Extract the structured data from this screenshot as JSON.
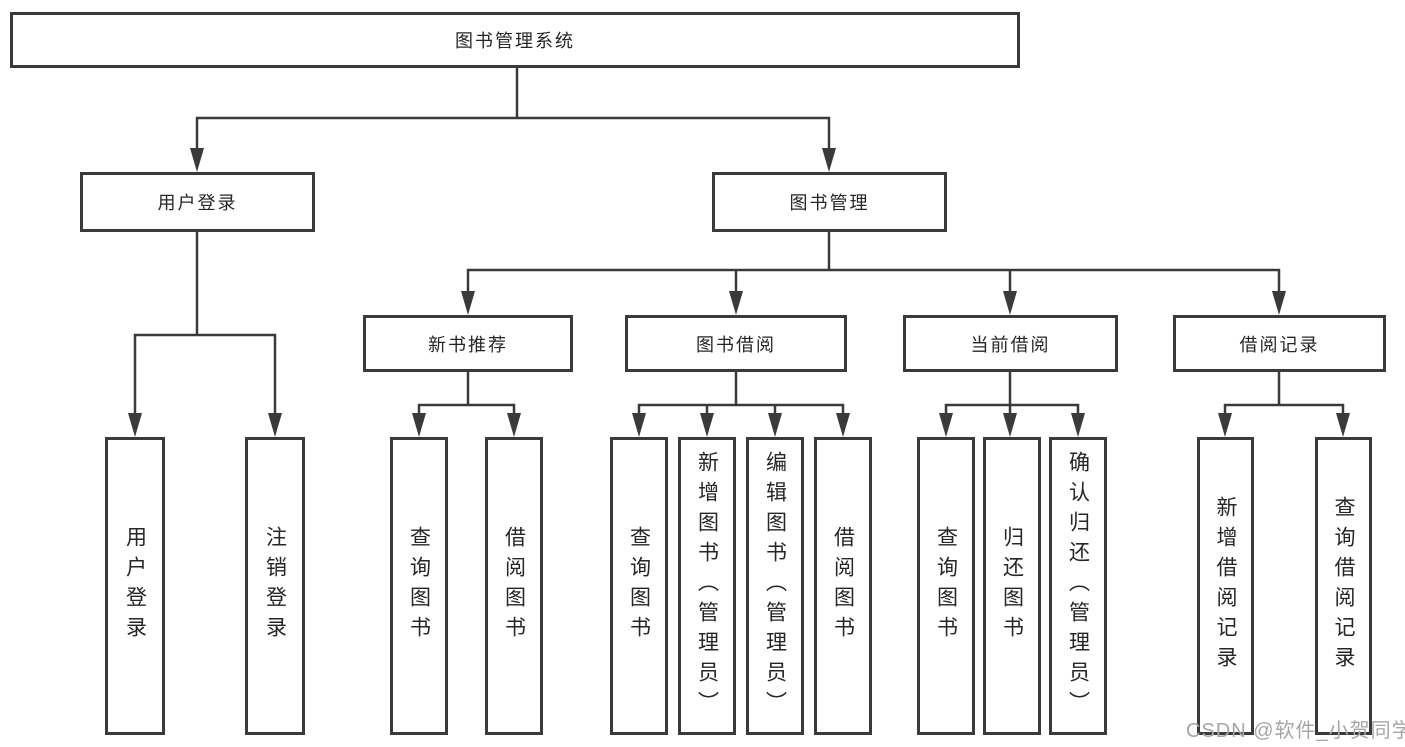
{
  "tree": {
    "root": {
      "label": "图书管理系统",
      "children": [
        {
          "label": "用户登录",
          "children": [
            {
              "label": "用户登录"
            },
            {
              "label": "注销登录"
            }
          ]
        },
        {
          "label": "图书管理",
          "children": [
            {
              "label": "新书推荐",
              "children": [
                {
                  "label": "查询图书"
                },
                {
                  "label": "借阅图书"
                }
              ]
            },
            {
              "label": "图书借阅",
              "children": [
                {
                  "label": "查询图书"
                },
                {
                  "label": "新增图书（管理员）"
                },
                {
                  "label": "编辑图书（管理员）"
                },
                {
                  "label": "借阅图书"
                }
              ]
            },
            {
              "label": "当前借阅",
              "children": [
                {
                  "label": "查询图书"
                },
                {
                  "label": "归还图书"
                },
                {
                  "label": "确认归还（管理员）"
                }
              ]
            },
            {
              "label": "借阅记录",
              "children": [
                {
                  "label": "新增借阅记录"
                },
                {
                  "label": "查询借阅记录"
                }
              ]
            }
          ]
        }
      ]
    }
  },
  "watermark": {
    "text": "CSDN @软件_小贺同学"
  },
  "colors": {
    "line": "#3a3a3a",
    "text": "#262626",
    "watermark": "#a6a6a6",
    "background": "#ffffff"
  }
}
